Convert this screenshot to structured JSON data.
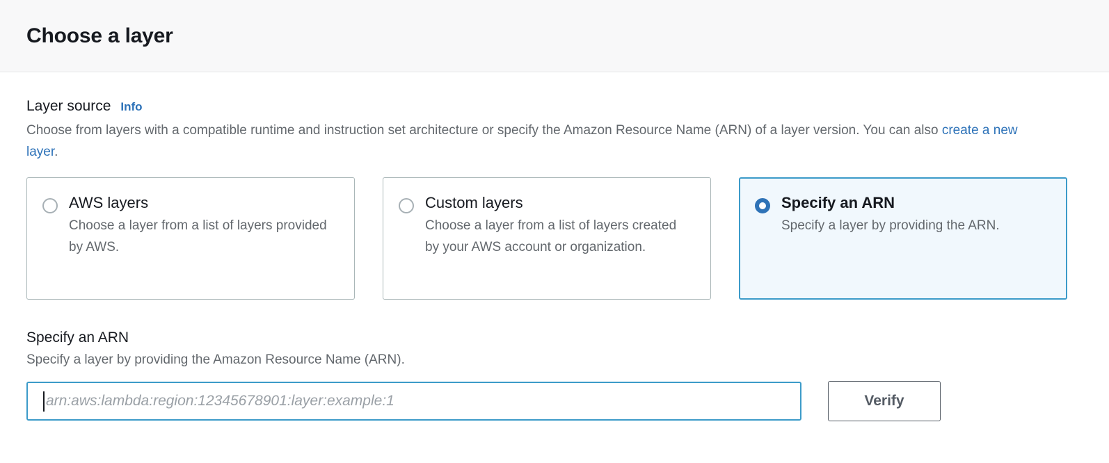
{
  "header": {
    "title": "Choose a layer"
  },
  "layer_source": {
    "label": "Layer source",
    "info_label": "Info",
    "description_part1": "Choose from layers with a compatible runtime and instruction set architecture or specify the Amazon Resource Name (ARN) of a layer version. You can also ",
    "description_link": "create a new layer",
    "description_part2": ".",
    "options": [
      {
        "title": "AWS layers",
        "description": "Choose a layer from a list of layers provided by AWS.",
        "selected": false
      },
      {
        "title": "Custom layers",
        "description": "Choose a layer from a list of layers created by your AWS account or organization.",
        "selected": false
      },
      {
        "title": "Specify an ARN",
        "description": "Specify a layer by providing the ARN.",
        "selected": true
      }
    ]
  },
  "arn_section": {
    "heading": "Specify an ARN",
    "description": "Specify a layer by providing the Amazon Resource Name (ARN).",
    "input_value": "",
    "input_placeholder": "arn:aws:lambda:region:12345678901:layer:example:1",
    "verify_label": "Verify"
  },
  "colors": {
    "accent_blue": "#2d72b8",
    "selected_border": "#3c9bc9",
    "selected_fill": "#f1f8fd",
    "radio_fill": "#2f73b7",
    "text_primary": "#16191f",
    "text_secondary": "#63686d",
    "header_bg": "#f8f8f9",
    "button_border": "#545b64"
  }
}
